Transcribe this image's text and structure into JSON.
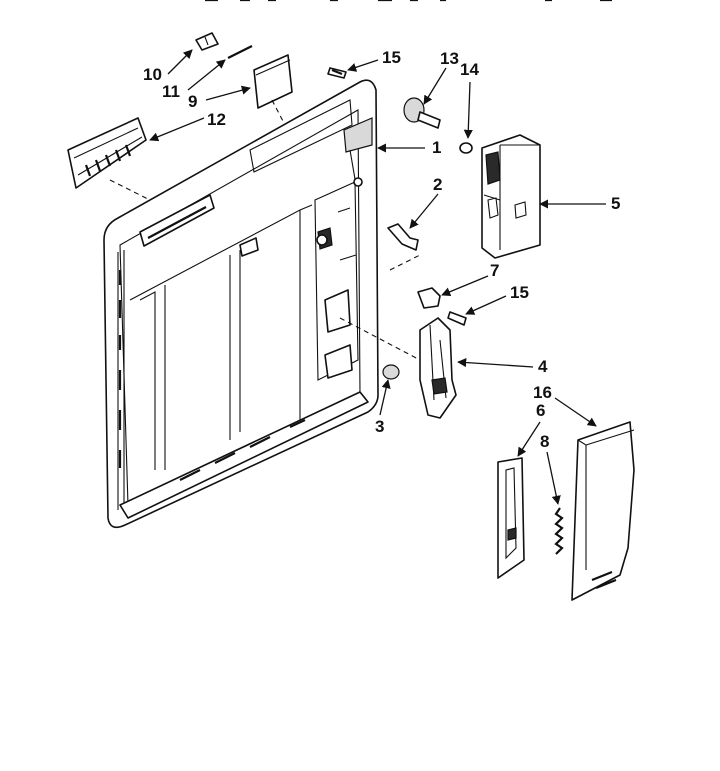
{
  "diagram": {
    "callouts": [
      {
        "id": "c10",
        "label": "10"
      },
      {
        "id": "c11",
        "label": "11"
      },
      {
        "id": "c9",
        "label": "9"
      },
      {
        "id": "c15a",
        "label": "15"
      },
      {
        "id": "c13",
        "label": "13"
      },
      {
        "id": "c14",
        "label": "14"
      },
      {
        "id": "c12",
        "label": "12"
      },
      {
        "id": "c1",
        "label": "1"
      },
      {
        "id": "c2",
        "label": "2"
      },
      {
        "id": "c5",
        "label": "5"
      },
      {
        "id": "c7",
        "label": "7"
      },
      {
        "id": "c15b",
        "label": "15"
      },
      {
        "id": "c4",
        "label": "4"
      },
      {
        "id": "c3",
        "label": "3"
      },
      {
        "id": "c16",
        "label": "16"
      },
      {
        "id": "c6",
        "label": "6"
      },
      {
        "id": "c8",
        "label": "8"
      }
    ]
  }
}
